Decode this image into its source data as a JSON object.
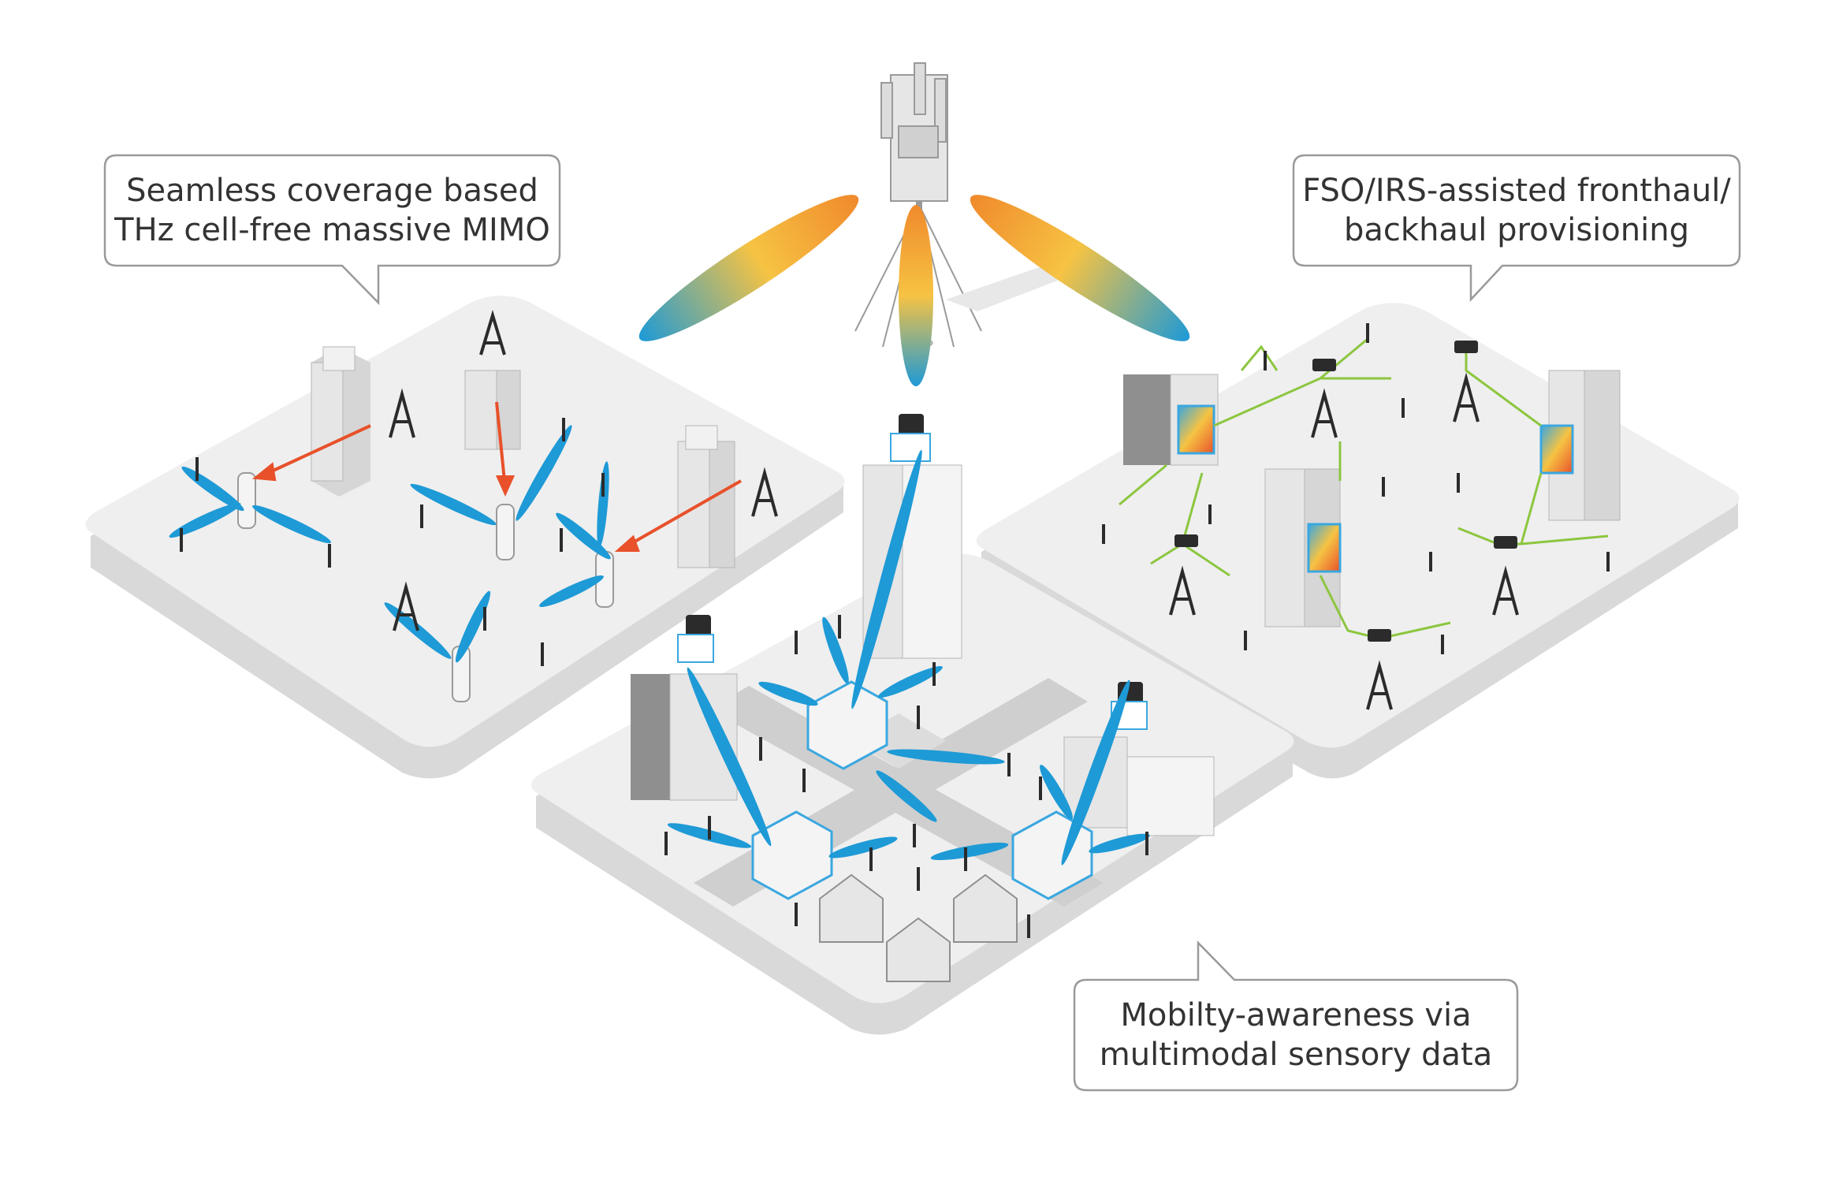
{
  "callouts": {
    "cell_free": {
      "line1": "Seamless coverage based",
      "line2": "THz cell-free massive MIMO"
    },
    "fronthaul": {
      "line1": "FSO/IRS-assisted fronthaul/",
      "line2": "backhaul provisioning"
    },
    "mobility": {
      "line1": "Mobilty-awareness via",
      "line2": "multimodal sensory data"
    }
  },
  "colors": {
    "platform_top": "#efefef",
    "platform_side": "#d9d9d9",
    "beam_blue": "#1e9ad6",
    "beam_orange": "#f08a2c",
    "beam_yellow": "#f6c343",
    "interference_red": "#e8512a",
    "link_green": "#8cc63f",
    "callout_border": "#9a9a9a"
  }
}
